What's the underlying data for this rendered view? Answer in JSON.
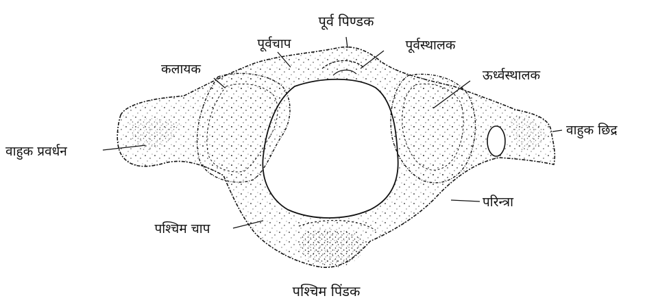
{
  "diagram": {
    "labels": {
      "anterior_tubercle": "पूर्व पिण्डक",
      "anterior_arch": "पूर्वचाप",
      "anterior_facet": "पूर्वस्थालक",
      "lateral_mass": "कलायक",
      "superior_facet": "ऊर्ध्वस्थालक",
      "transverse_process": "वाहुक प्रवर्धन",
      "transverse_foramen": "वाहुक छिद्र",
      "groove": "परिन्त्रा",
      "posterior_arch": "पश्चिम चाप",
      "posterior_tubercle": "पश्चिम पिंडक"
    },
    "colors": {
      "ink": "#111111",
      "paper": "#ffffff"
    }
  }
}
